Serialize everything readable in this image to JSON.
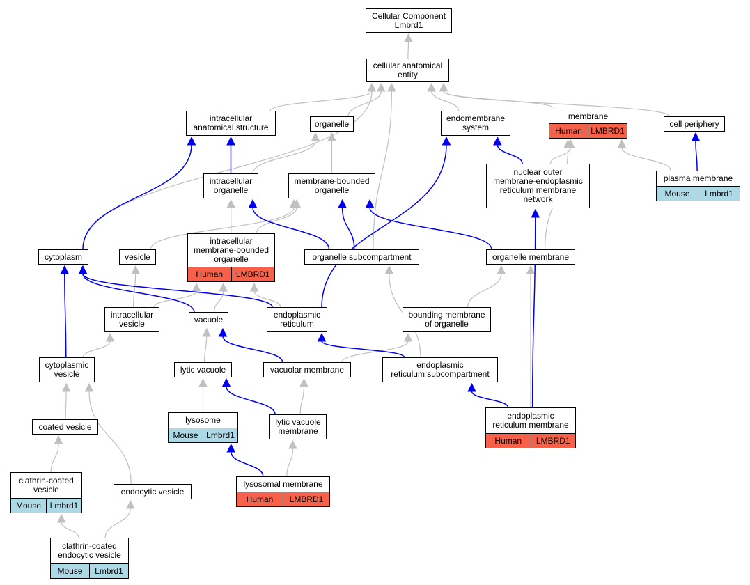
{
  "colors": {
    "edge_is_a": "#c0c0c0",
    "edge_part_of": "#0000ee",
    "human_fill": "#f86149",
    "mouse_fill": "#add8e6"
  },
  "nodes": [
    {
      "id": "root",
      "label": "Cellular Component\nLmbrd1"
    },
    {
      "id": "cae",
      "label": "cellular anatomical\nentity"
    },
    {
      "id": "ias",
      "label": "intracellular\nanatomical structure"
    },
    {
      "id": "organelle",
      "label": "organelle"
    },
    {
      "id": "endosys",
      "label": "endomembrane\nsystem"
    },
    {
      "id": "membrane",
      "label": "membrane",
      "annotation": {
        "species": "Human",
        "gene": "LMBRD1",
        "color": "#f86149"
      }
    },
    {
      "id": "cellperiph",
      "label": "cell periphery"
    },
    {
      "id": "iorg",
      "label": "intracellular\norganelle"
    },
    {
      "id": "mbo",
      "label": "membrane-bounded\norganelle"
    },
    {
      "id": "nuclouter",
      "label": "nuclear outer\nmembrane-endoplasmic\nreticulum membrane\nnetwork"
    },
    {
      "id": "plasmamem",
      "label": "plasma membrane",
      "annotation": {
        "species": "Mouse",
        "gene": "Lmbrd1",
        "color": "#add8e6"
      }
    },
    {
      "id": "cytoplasm",
      "label": "cytoplasm"
    },
    {
      "id": "vesicle",
      "label": "vesicle"
    },
    {
      "id": "imbo",
      "label": "intracellular\nmembrane-bounded\norganelle",
      "annotation": {
        "species": "Human",
        "gene": "LMBRD1",
        "color": "#f86149"
      }
    },
    {
      "id": "orgsub",
      "label": "organelle subcompartment"
    },
    {
      "id": "orgmem",
      "label": "organelle membrane"
    },
    {
      "id": "ivesicle",
      "label": "intracellular\nvesicle"
    },
    {
      "id": "vacuole",
      "label": "vacuole"
    },
    {
      "id": "er",
      "label": "endoplasmic\nreticulum"
    },
    {
      "id": "boundmem",
      "label": "bounding membrane\nof organelle"
    },
    {
      "id": "cytovesicle",
      "label": "cytoplasmic\nvesicle"
    },
    {
      "id": "lyticvac",
      "label": "lytic vacuole"
    },
    {
      "id": "vacmem",
      "label": "vacuolar membrane"
    },
    {
      "id": "ersub",
      "label": "endoplasmic\nreticulum subcompartment"
    },
    {
      "id": "coated",
      "label": "coated vesicle"
    },
    {
      "id": "lysosome",
      "label": "lysosome",
      "annotation": {
        "species": "Mouse",
        "gene": "Lmbrd1",
        "color": "#add8e6"
      }
    },
    {
      "id": "lyticvacmem",
      "label": "lytic vacuole\nmembrane"
    },
    {
      "id": "ermem",
      "label": "endoplasmic\nreticulum membrane",
      "annotation": {
        "species": "Human",
        "gene": "LMBRD1",
        "color": "#f86149"
      }
    },
    {
      "id": "clathrin",
      "label": "clathrin-coated\nvesicle",
      "annotation": {
        "species": "Mouse",
        "gene": "Lmbrd1",
        "color": "#add8e6"
      }
    },
    {
      "id": "endocytic",
      "label": "endocytic vesicle"
    },
    {
      "id": "lysomem",
      "label": "lysosomal membrane",
      "annotation": {
        "species": "Human",
        "gene": "LMBRD1",
        "color": "#f86149"
      }
    },
    {
      "id": "ccev",
      "label": "clathrin-coated\nendocytic vesicle",
      "annotation": {
        "species": "Mouse",
        "gene": "Lmbrd1",
        "color": "#add8e6"
      }
    }
  ],
  "edges": [
    {
      "from": "cae",
      "to": "root",
      "type": "is_a"
    },
    {
      "from": "ias",
      "to": "cae",
      "type": "is_a"
    },
    {
      "from": "organelle",
      "to": "cae",
      "type": "is_a"
    },
    {
      "from": "endosys",
      "to": "cae",
      "type": "is_a"
    },
    {
      "from": "membrane",
      "to": "cae",
      "type": "is_a"
    },
    {
      "from": "cellperiph",
      "to": "cae",
      "type": "is_a"
    },
    {
      "from": "cytoplasm",
      "to": "cae",
      "type": "is_a"
    },
    {
      "from": "orgsub",
      "to": "cae",
      "type": "is_a"
    },
    {
      "from": "iorg",
      "to": "ias",
      "type": "part_of"
    },
    {
      "from": "iorg",
      "to": "organelle",
      "type": "is_a"
    },
    {
      "from": "mbo",
      "to": "organelle",
      "type": "is_a"
    },
    {
      "from": "nuclouter",
      "to": "endosys",
      "type": "part_of"
    },
    {
      "from": "nuclouter",
      "to": "membrane",
      "type": "is_a"
    },
    {
      "from": "plasmamem",
      "to": "membrane",
      "type": "is_a"
    },
    {
      "from": "plasmamem",
      "to": "cellperiph",
      "type": "part_of"
    },
    {
      "from": "cytoplasm",
      "to": "ias",
      "type": "part_of"
    },
    {
      "from": "imbo",
      "to": "iorg",
      "type": "is_a"
    },
    {
      "from": "imbo",
      "to": "mbo",
      "type": "is_a"
    },
    {
      "from": "vesicle",
      "to": "mbo",
      "type": "is_a"
    },
    {
      "from": "orgsub",
      "to": "iorg",
      "type": "part_of"
    },
    {
      "from": "orgsub",
      "to": "mbo",
      "type": "part_of"
    },
    {
      "from": "orgmem",
      "to": "mbo",
      "type": "part_of"
    },
    {
      "from": "orgmem",
      "to": "membrane",
      "type": "is_a"
    },
    {
      "from": "ivesicle",
      "to": "vesicle",
      "type": "is_a"
    },
    {
      "from": "ivesicle",
      "to": "imbo",
      "type": "is_a"
    },
    {
      "from": "vacuole",
      "to": "imbo",
      "type": "is_a"
    },
    {
      "from": "vacuole",
      "to": "cytoplasm",
      "type": "part_of"
    },
    {
      "from": "er",
      "to": "imbo",
      "type": "is_a"
    },
    {
      "from": "er",
      "to": "cytoplasm",
      "type": "part_of"
    },
    {
      "from": "er",
      "to": "endosys",
      "type": "part_of"
    },
    {
      "from": "boundmem",
      "to": "orgmem",
      "type": "is_a"
    },
    {
      "from": "cytovesicle",
      "to": "ivesicle",
      "type": "is_a"
    },
    {
      "from": "cytovesicle",
      "to": "cytoplasm",
      "type": "part_of"
    },
    {
      "from": "lyticvac",
      "to": "vacuole",
      "type": "is_a"
    },
    {
      "from": "vacmem",
      "to": "boundmem",
      "type": "is_a"
    },
    {
      "from": "vacmem",
      "to": "vacuole",
      "type": "part_of"
    },
    {
      "from": "ersub",
      "to": "orgsub",
      "type": "is_a"
    },
    {
      "from": "ersub",
      "to": "er",
      "type": "part_of"
    },
    {
      "from": "coated",
      "to": "cytovesicle",
      "type": "is_a"
    },
    {
      "from": "lysosome",
      "to": "lyticvac",
      "type": "is_a"
    },
    {
      "from": "lyticvacmem",
      "to": "vacmem",
      "type": "is_a"
    },
    {
      "from": "lyticvacmem",
      "to": "lyticvac",
      "type": "part_of"
    },
    {
      "from": "ermem",
      "to": "orgmem",
      "type": "is_a"
    },
    {
      "from": "ermem",
      "to": "ersub",
      "type": "part_of"
    },
    {
      "from": "ermem",
      "to": "nuclouter",
      "type": "part_of"
    },
    {
      "from": "clathrin",
      "to": "coated",
      "type": "is_a"
    },
    {
      "from": "endocytic",
      "to": "cytovesicle",
      "type": "is_a"
    },
    {
      "from": "lysomem",
      "to": "lyticvacmem",
      "type": "is_a"
    },
    {
      "from": "lysomem",
      "to": "lysosome",
      "type": "part_of"
    },
    {
      "from": "ccev",
      "to": "clathrin",
      "type": "is_a"
    },
    {
      "from": "ccev",
      "to": "endocytic",
      "type": "is_a"
    }
  ]
}
